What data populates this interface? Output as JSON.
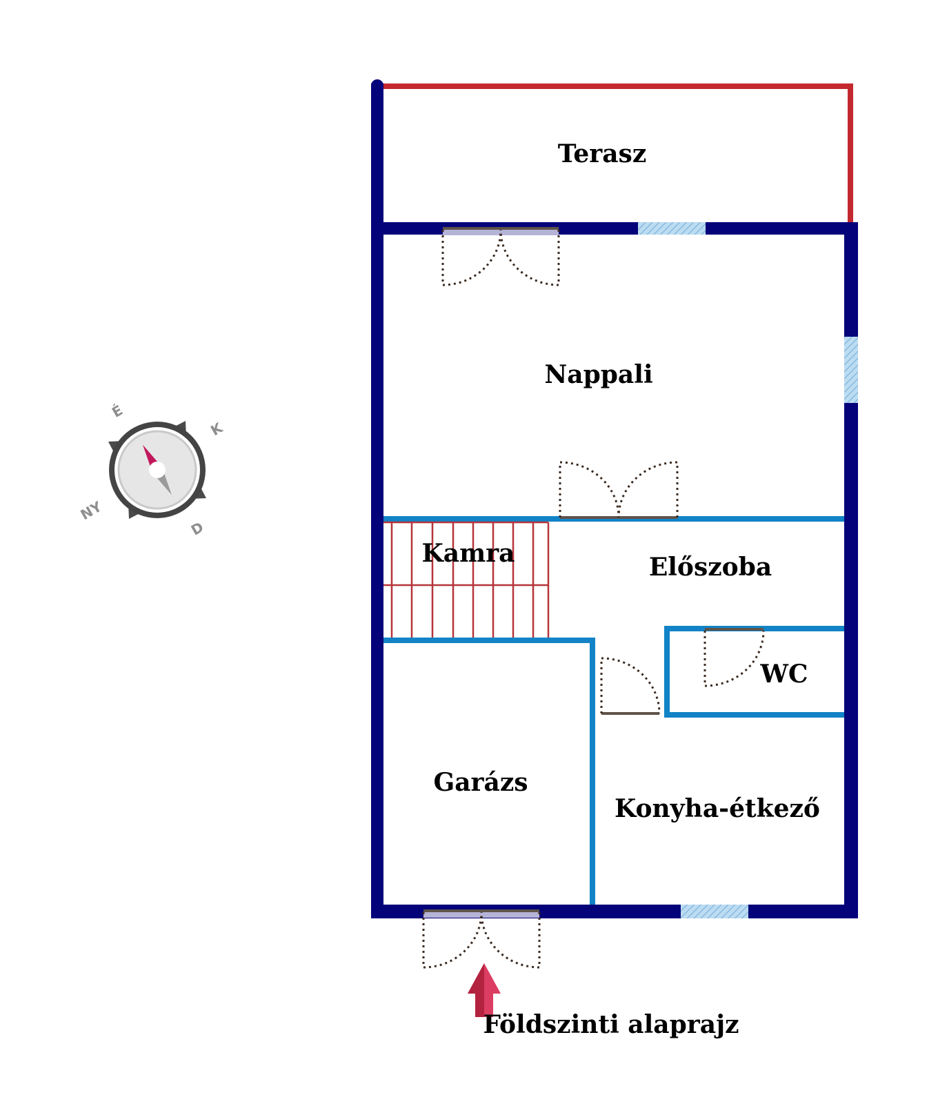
{
  "plan": {
    "title": "Földszinti alaprajz",
    "rooms": {
      "terasz": "Terasz",
      "nappali": "Nappali",
      "kamra": "Kamra",
      "eloszoba": "Előszoba",
      "wc": "WC",
      "garazs": "Garázs",
      "konyha": "Konyha-étkező"
    }
  },
  "compass": {
    "north": "É",
    "east": "K",
    "south": "D",
    "west": "NY"
  },
  "colors": {
    "outer_wall": "#05037a",
    "inner_wall": "#1183c6",
    "terrace_outline": "#c3282f",
    "stairs": "#b5353a",
    "door_swing": "#3a2a20",
    "door_frame": "#5f5349",
    "window": "#9cc7e6",
    "entrance_arrow": "#cf2f52",
    "compass_needle": "#c2185b"
  },
  "icons": {
    "compass": "compass-icon",
    "entrance": "arrow-up-icon"
  }
}
